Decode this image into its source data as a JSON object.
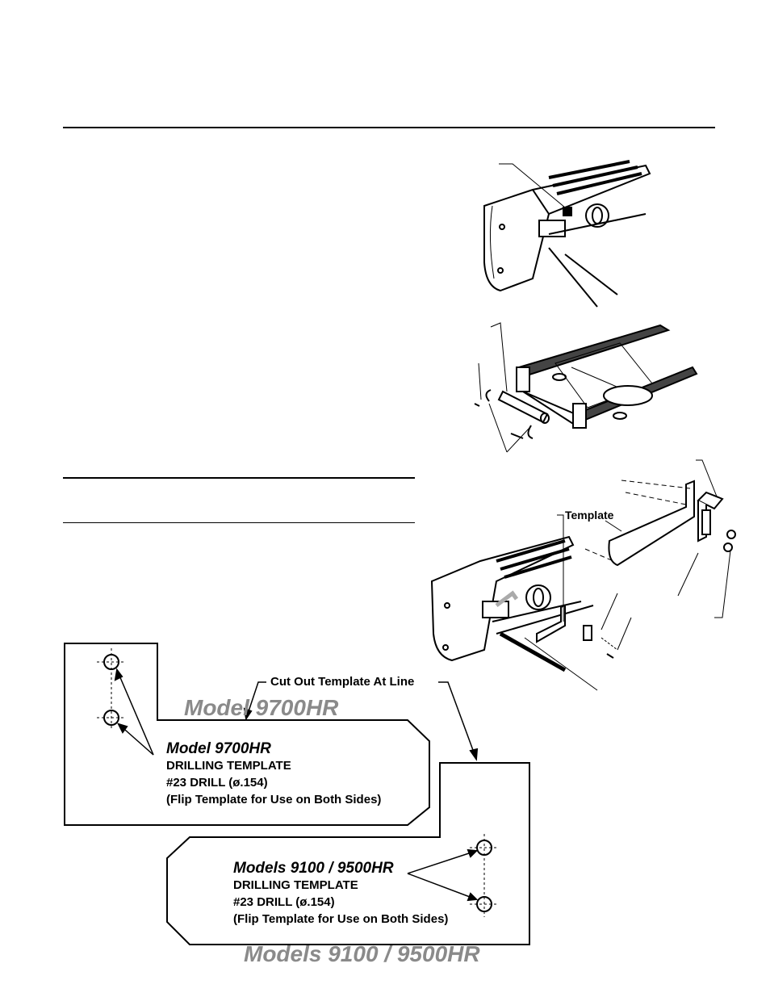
{
  "colors": {
    "ink": "#000000",
    "ghost_text": "#8a8a8a",
    "paper": "#ffffff"
  },
  "labels": {
    "template": "Template",
    "cut_out": "Cut Out Template At Line"
  },
  "template_9700": {
    "title": "Model 9700HR",
    "line1": "DRILLING TEMPLATE",
    "line2": "#23 DRILL (ø.154)",
    "line3": "(Flip Template for Use on Both Sides)",
    "ghost_title": "Model 9700HR"
  },
  "template_9100": {
    "title": "Models 9100 / 9500HR",
    "line1": "DRILLING TEMPLATE",
    "line2": "#23 DRILL (ø.154)",
    "line3": "(Flip Template for Use on Both Sides)",
    "ghost_title": "Models 9100 / 9500HR"
  },
  "illustrations": {
    "fig1": "treadmill-front-end-icon",
    "fig2": "treadmill-deck-roller-icon",
    "fig3": "treadmill-bracket-install-icon"
  }
}
